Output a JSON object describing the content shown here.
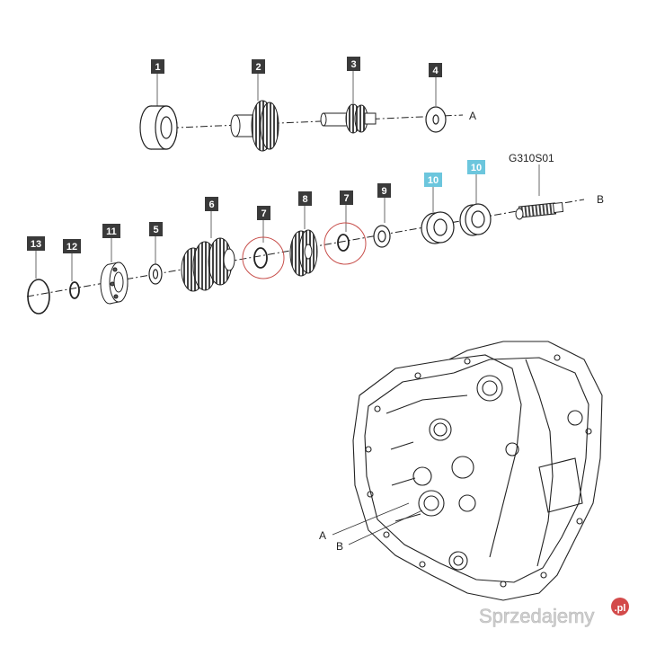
{
  "diagram": {
    "callouts": [
      "1",
      "2",
      "3",
      "4",
      "10",
      "10",
      "13",
      "12",
      "11",
      "5",
      "6",
      "7",
      "8",
      "7",
      "9"
    ],
    "axis_a": "A",
    "axis_b": "B",
    "part_code": "G310S01",
    "housing_a": "A",
    "housing_b": "B"
  },
  "watermark": {
    "text": "Sprzedajemy",
    "suffix": ".pl"
  },
  "colors": {
    "callout_dark": "#3a3a3a",
    "callout_highlight": "#6cc6dd",
    "highlight_circle": "#c8504c",
    "line": "#222222"
  }
}
